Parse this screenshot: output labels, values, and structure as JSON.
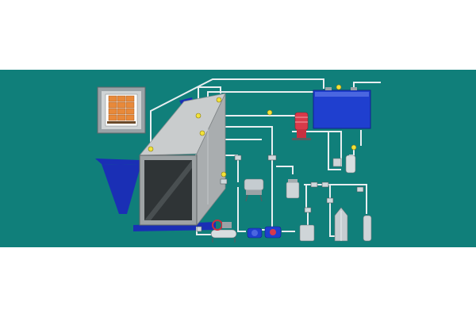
{
  "palette": {
    "background": "#ffffff",
    "panel": "#107f7a",
    "tank_blue": "#1f3fcf",
    "frame_blue": "#1a2fb5",
    "chamber_gray": "#b9bcbe",
    "door_dark": "#2f3436",
    "pipe": "#e8eef0",
    "lamp_yellow": "#f2e23a",
    "pump_red": "#d83a4a",
    "crate_orange": "#e8893a"
  },
  "components": {
    "autoclave": "chamber-with-door",
    "storage_tank": "blue-rectangular-tank",
    "motor_pump": "red-vertical-motor",
    "compressor": "air-compressor-with-red-wheel",
    "vacuum_pump": "blue-pump-pair",
    "vessels": [
      "cylinder-a",
      "cylinder-b",
      "cylinder-c",
      "tall-column",
      "narrow-bottle"
    ],
    "icons": [
      "indicator-lamp",
      "gate-valve",
      "crate-stack"
    ]
  }
}
